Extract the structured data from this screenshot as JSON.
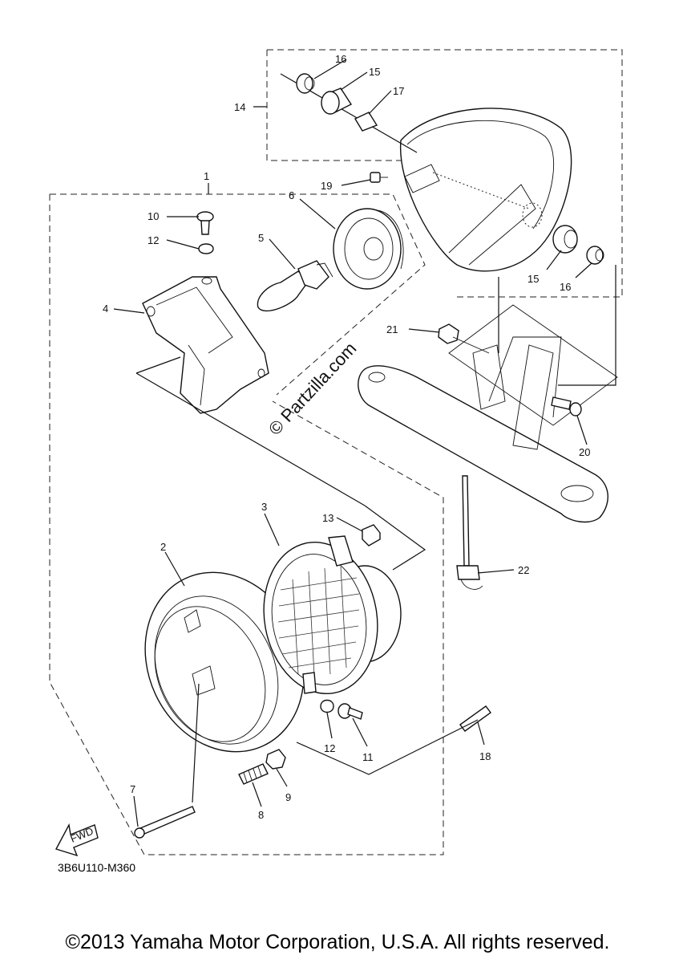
{
  "diagram": {
    "code": "3B6U110-M360",
    "copyright": "©2013 Yamaha Motor Corporation, U.S.A. All rights reserved.",
    "watermark": "© Partzilla.com",
    "fwd_label": "FWD",
    "callouts": [
      "1",
      "2",
      "3",
      "4",
      "5",
      "6",
      "7",
      "8",
      "9",
      "10",
      "11",
      "12",
      "12",
      "13",
      "14",
      "15",
      "15",
      "16",
      "16",
      "17",
      "18",
      "19",
      "20",
      "21",
      "22"
    ]
  }
}
